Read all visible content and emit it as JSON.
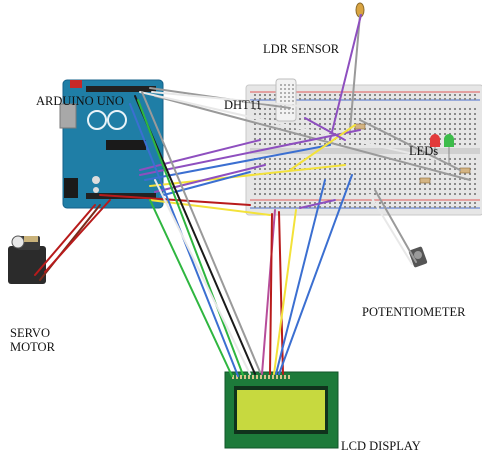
{
  "labels": {
    "arduino": "ARDUINO UNO",
    "ldr": "LDR SENSOR",
    "dht": "DHT11",
    "leds": "LEDs",
    "potentiometer": "POTENTIOMETER",
    "servo_line1": "SERVO",
    "servo_line2": "MOTOR",
    "lcd": "LCD DISPLAY"
  },
  "colors": {
    "arduino_board": "#1f7ea6",
    "breadboard": "#e6e6e6",
    "lcd_frame": "#1d7a3a",
    "lcd_screen": "#c7d93f",
    "servo_body": "#2b2b2b",
    "dht_body": "#f2f2f2",
    "led_red": "#e23a3a",
    "led_green": "#3cbc4a",
    "wire_purple": "#8e4fbf",
    "wire_blue": "#3b6fd1",
    "wire_yellow": "#f3e23a",
    "wire_green": "#2fb640",
    "wire_red": "#b81b1b",
    "wire_black": "#1a1a1a",
    "wire_grey": "#9a9a9a",
    "wire_white": "#e8e8e8",
    "wire_pink": "#b74d9a",
    "wire_brown": "#7a2b1b"
  }
}
